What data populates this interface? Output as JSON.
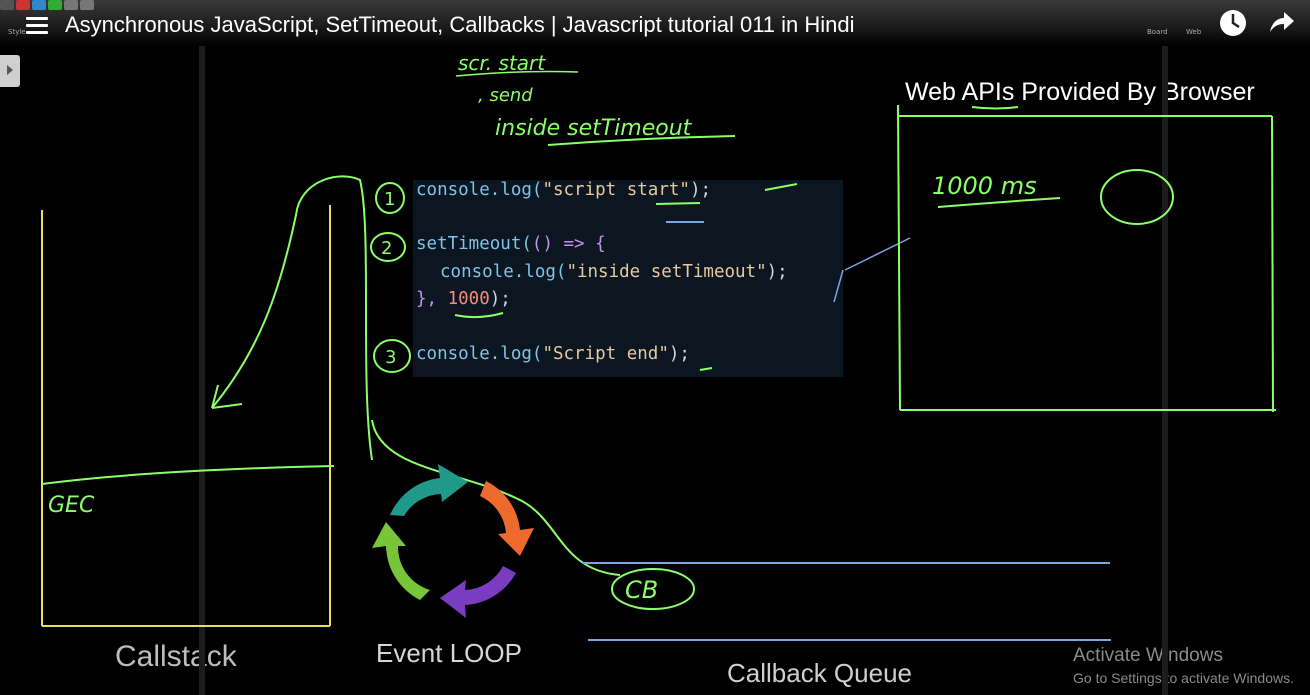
{
  "video": {
    "title": "Asynchronous JavaScript, SetTimeout, Callbacks | Javascript tutorial 011 in Hindi"
  },
  "player_controls": {
    "watch_later_icon": "clock-icon",
    "share_icon": "share-arrow-icon",
    "menu_icon": "hamburger-menu-icon",
    "toolbar_labels": [
      "Style",
      "Board",
      "Web"
    ]
  },
  "code": {
    "line1": {
      "fn": "console.log(",
      "str": "\"script start\"",
      "end": ");"
    },
    "line2": {
      "fn": "setTimeout(",
      "mid": "() => {"
    },
    "line3": {
      "fn": "console.log(",
      "str": "\"inside setTimeout\"",
      "end": ");"
    },
    "line4": {
      "start": "}, ",
      "num": "1000",
      "end": ");"
    },
    "line5": {
      "fn": "console.log(",
      "str": "\"Script end\"",
      "end": ");"
    }
  },
  "annotations": {
    "step_markers": [
      "1",
      "2",
      "3"
    ],
    "scr_start": "scr. start",
    "scr_end": ", send",
    "inside_set_timeout": "inside setTimeout",
    "timer": "1000 ms",
    "gec": "GEC",
    "cb": "CB"
  },
  "labels": {
    "web_apis": "Web APIs Provided By Browser",
    "callstack": "Callstack",
    "event_loop": "Event LOOP",
    "callback_queue": "Callback Queue"
  },
  "system": {
    "activate_title": "Activate Windows",
    "activate_sub": "Go to Settings to activate Windows."
  },
  "colors": {
    "background": "#000000",
    "ink_green": "#8bff6a",
    "callstack_yellow": "#e8e05a",
    "queue_blue": "#7aa6e6",
    "loop_teal": "#1f9a8a",
    "loop_orange": "#ee6a2c",
    "loop_purple": "#7a3cc0",
    "loop_lightgreen": "#78c53a"
  }
}
